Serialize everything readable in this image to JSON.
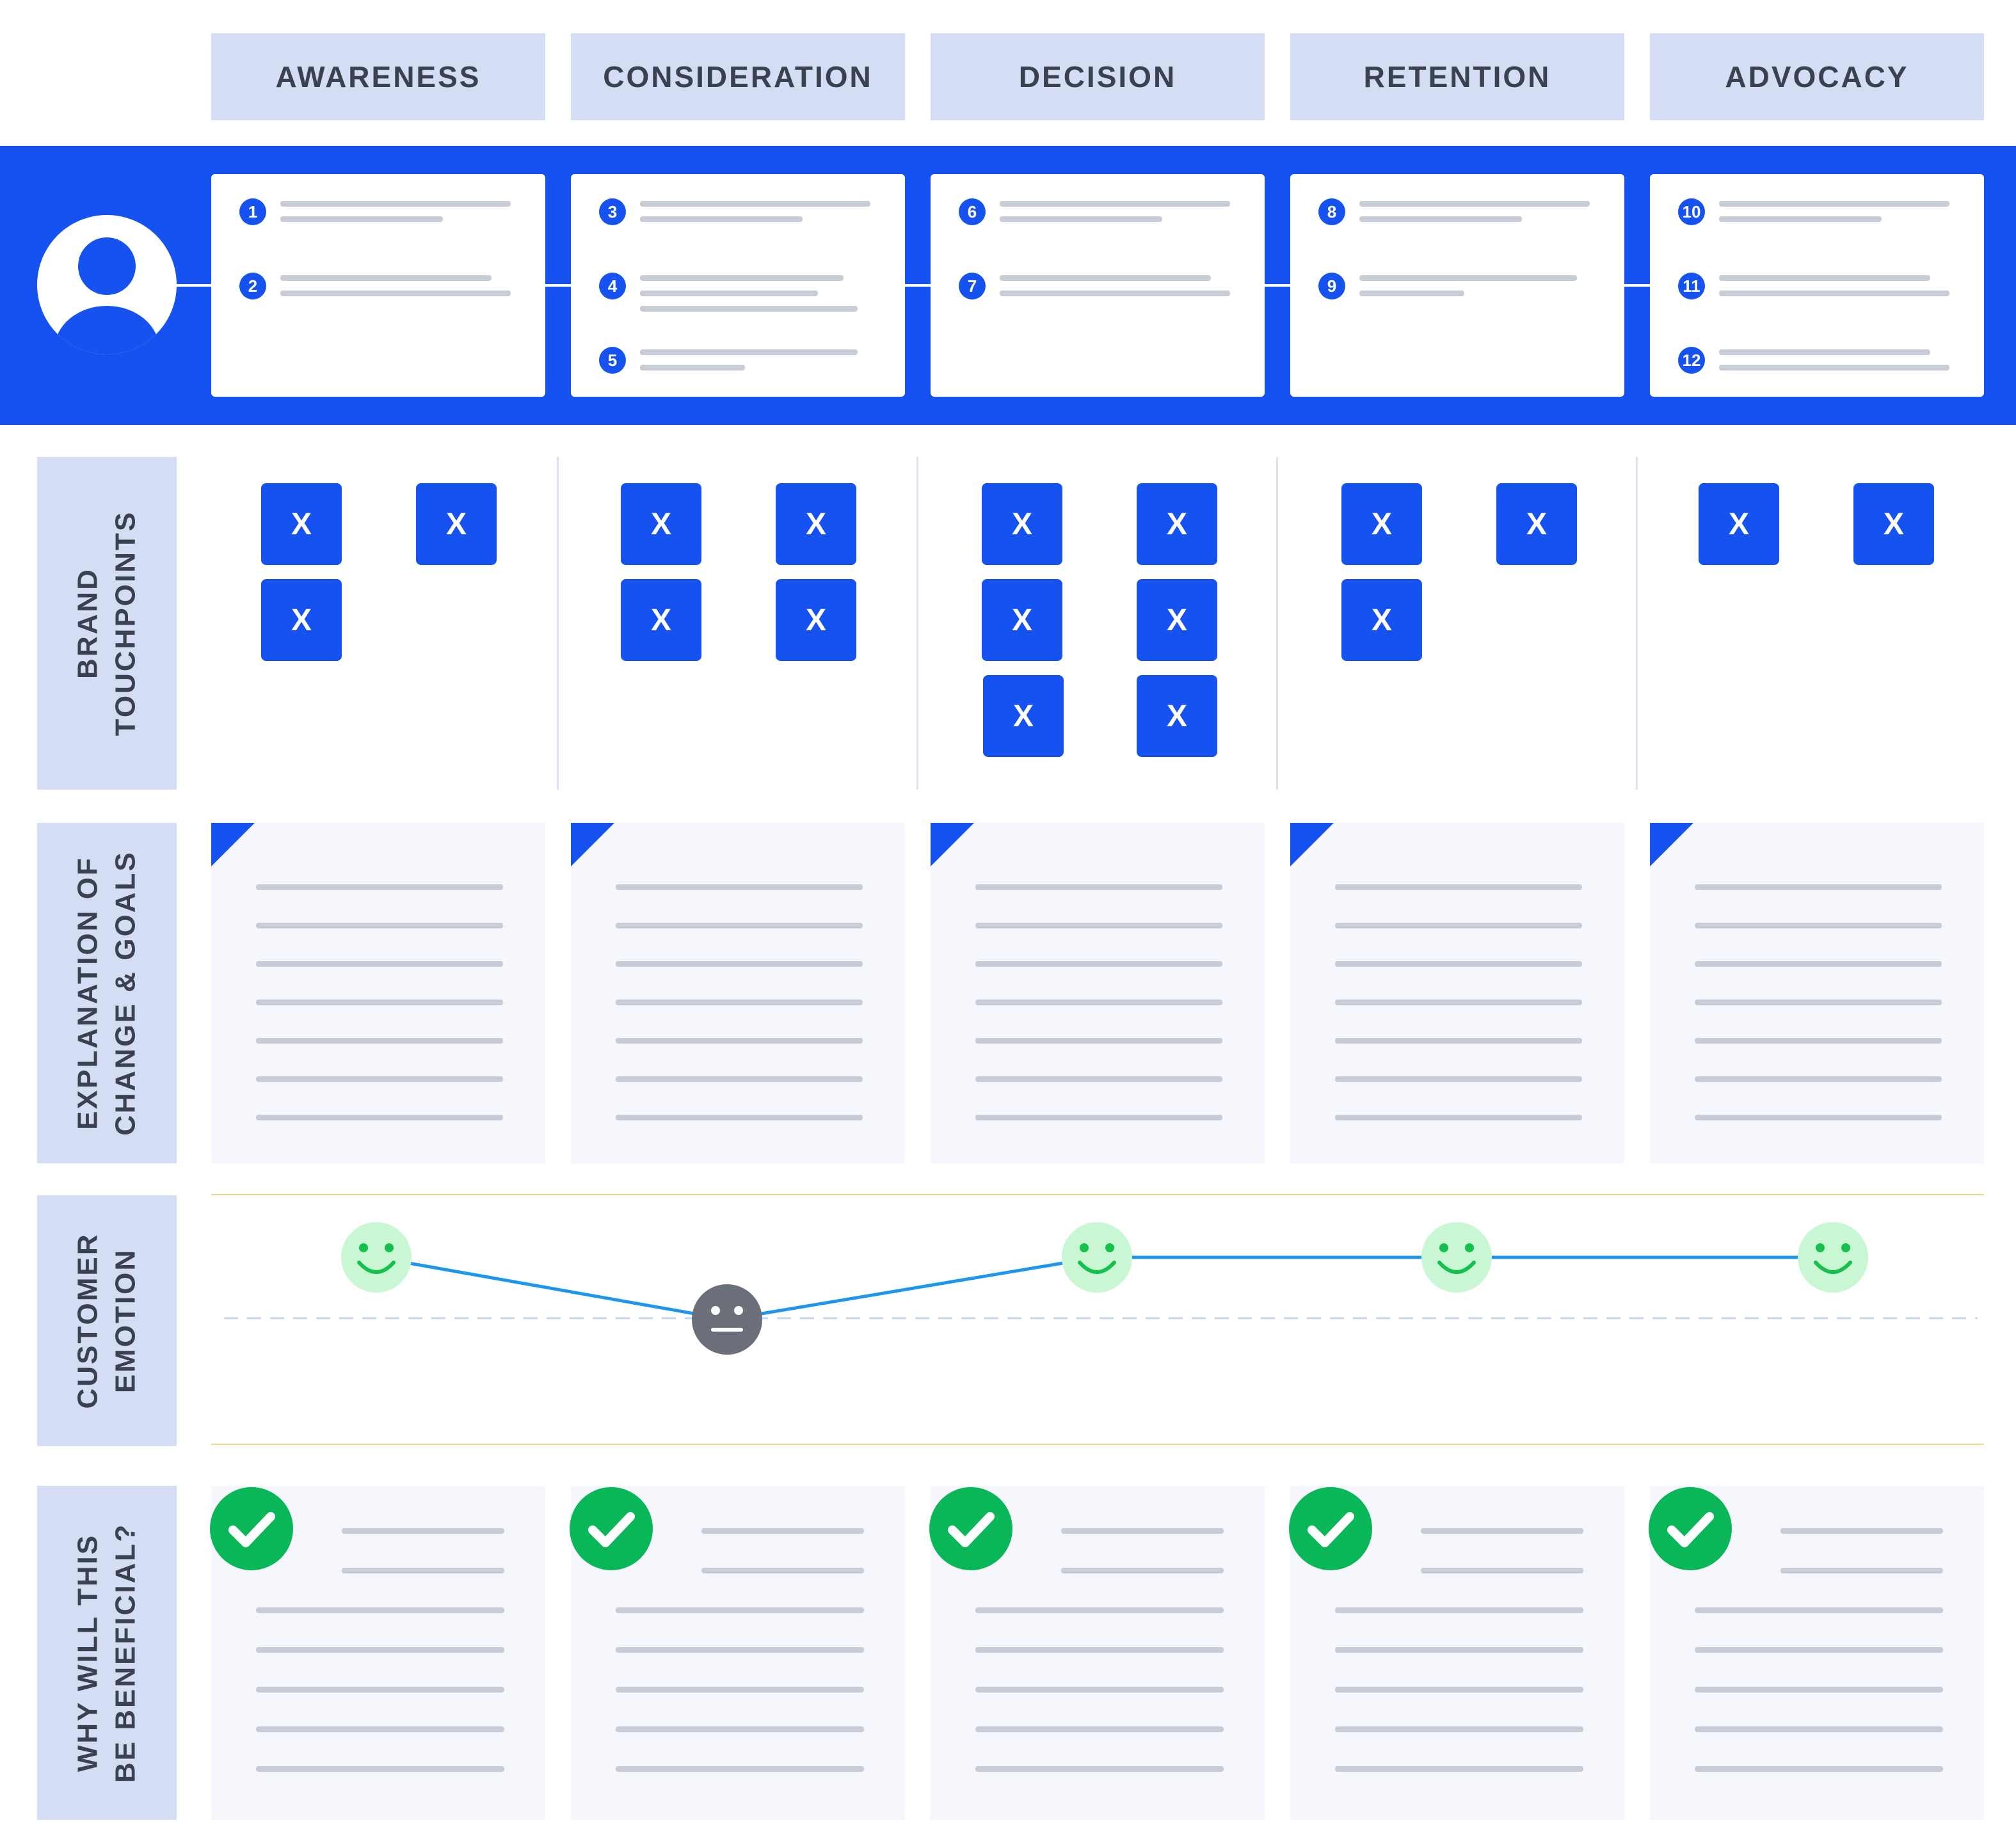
{
  "stages": [
    "AWARENESS",
    "CONSIDERATION",
    "DECISION",
    "RETENTION",
    "ADVOCACY"
  ],
  "row_labels": {
    "touchpoints": [
      "BRAND",
      "TOUCHPOINTS"
    ],
    "explanation": [
      "EXPLANATION OF",
      "CHANGE & GOALS"
    ],
    "emotion": [
      "CUSTOMER",
      "EMOTION"
    ],
    "benefit": [
      "WHY WILL THIS",
      "BE BENEFICIAL?"
    ]
  },
  "persona": {
    "icon": "user-avatar-icon"
  },
  "steps": [
    {
      "stage": "AWARENESS",
      "numbers": [
        "1",
        "2"
      ]
    },
    {
      "stage": "CONSIDERATION",
      "numbers": [
        "3",
        "4",
        "5"
      ]
    },
    {
      "stage": "DECISION",
      "numbers": [
        "6",
        "7"
      ]
    },
    {
      "stage": "RETENTION",
      "numbers": [
        "8",
        "9"
      ]
    },
    {
      "stage": "ADVOCACY",
      "numbers": [
        "10",
        "11",
        "12"
      ]
    }
  ],
  "touchpoints": [
    {
      "stage": "AWARENESS",
      "count": 3,
      "label": "X"
    },
    {
      "stage": "CONSIDERATION",
      "count": 4,
      "label": "X"
    },
    {
      "stage": "DECISION",
      "count": 6,
      "label": "X"
    },
    {
      "stage": "RETENTION",
      "count": 3,
      "label": "X"
    },
    {
      "stage": "ADVOCACY",
      "count": 2,
      "label": "X"
    }
  ],
  "emotions": [
    {
      "stage": "AWARENESS",
      "mood": "happy"
    },
    {
      "stage": "CONSIDERATION",
      "mood": "neutral"
    },
    {
      "stage": "DECISION",
      "mood": "happy"
    },
    {
      "stage": "RETENTION",
      "mood": "happy"
    },
    {
      "stage": "ADVOCACY",
      "mood": "happy"
    }
  ],
  "benefit_icon": "checkmark-icon",
  "colors": {
    "primary_blue": "#1652f0",
    "header_bg": "#d4ddf3",
    "panel_bg": "#f5f7fc",
    "placeholder_line": "#c8ccd6",
    "happy_face": "#c9f7d3",
    "happy_stroke": "#15c04d",
    "neutral_face": "#6b6f7a",
    "emotion_line": "#1e96ec",
    "check_green": "#0ab758"
  }
}
